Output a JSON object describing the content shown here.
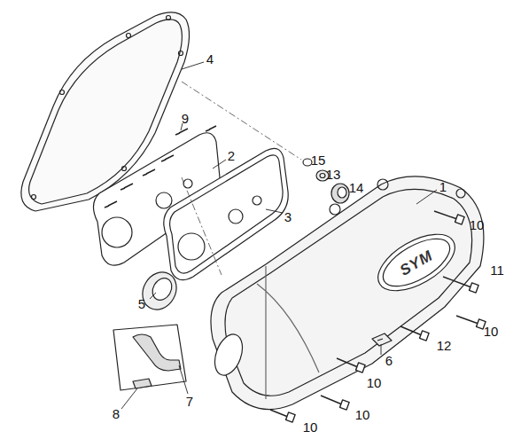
{
  "diagram": {
    "labels": [
      "4",
      "9",
      "2",
      "15",
      "13",
      "14",
      "1",
      "10",
      "3",
      "SYM",
      "11",
      "5",
      "10",
      "12",
      "6",
      "10",
      "7",
      "8",
      "10",
      "10"
    ]
  }
}
